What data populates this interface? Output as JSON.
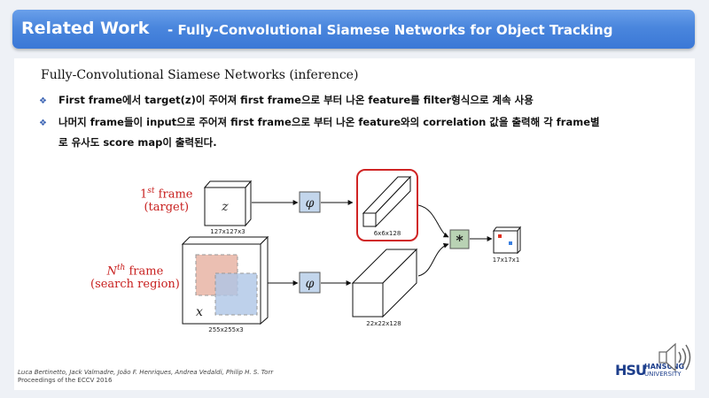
{
  "header": {
    "title": "Related Work",
    "subtitle": "- Fully-Convolutional Siamese Networks for Object Tracking"
  },
  "section_title": "Fully-Convolutional Siamese Networks (inference)",
  "bullets": [
    "First frame에서 target(z)이 주어져 first frame으로 부터 나온 feature를 filter형식으로 계속 사용",
    "나머지 frame들이 input으로 주어져 first frame으로 부터 나온 feature와의 correlation 값을 출력해 각 frame별",
    "로 유사도 score map이 출력된다."
  ],
  "diagram": {
    "first_frame_label": "frame",
    "first_frame_number": "1",
    "first_frame_sup": "st",
    "first_frame_sub": "(target)",
    "nth_frame_label": "frame",
    "nth_frame_number": "N",
    "nth_frame_sup": "th",
    "nth_frame_sub": "(search region)",
    "z_symbol": "z",
    "x_symbol": "x",
    "phi_symbol": "φ",
    "corr_symbol": "*",
    "z_dims": "127x127x3",
    "x_dims": "255x255x3",
    "z_feat_dims": "6x6x128",
    "x_feat_dims": "22x22x128",
    "score_dims": "17x17x1",
    "highlight_color": "#d02424",
    "corr_box_color": "#b9d2b4",
    "score_red": "#e03020",
    "score_blue": "#3a7fe0"
  },
  "citation": {
    "authors": "Luca Bertinetto, Jack Valmadre, João F. Henriques, Andrea Vedaldi, Philip H. S. Torr",
    "venue": "Proceedings of the ECCV 2016"
  },
  "logo": {
    "mark": "HSU",
    "line1": "HANSUNG",
    "line2": "UNIVERSITY"
  }
}
